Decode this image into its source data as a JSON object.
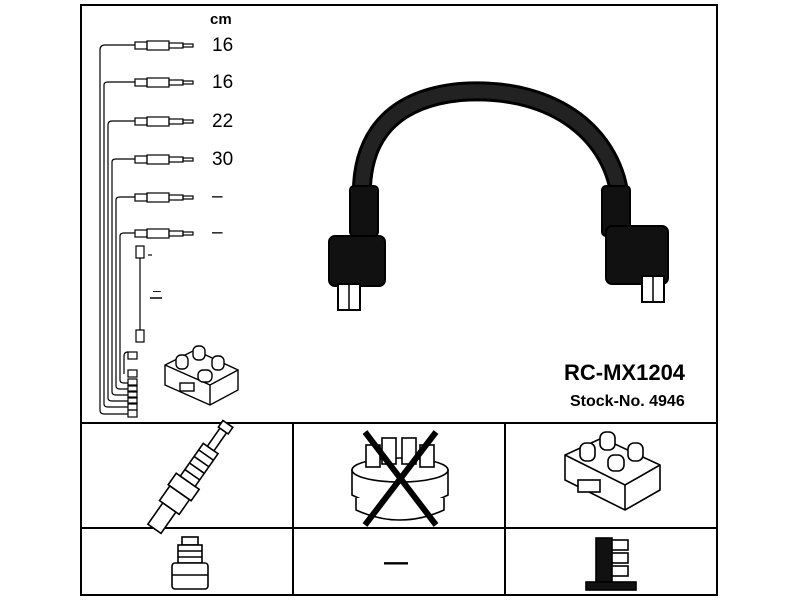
{
  "diagram": {
    "unit_label": "cm",
    "lengths": [
      "16",
      "16",
      "22",
      "30",
      "–",
      "–"
    ],
    "extra_lead_value": "–",
    "part_number": "RC-MX1204",
    "stock_number": "Stock-No. 4946",
    "cells": {
      "distributor_cap_crossed": true,
      "middle_bottom_value": "—"
    },
    "icons": [
      "wire-set-schematic-icon",
      "ignition-cable-icon",
      "ignition-coil-icon",
      "spark-plug-icon",
      "distributor-cap-crossed-icon",
      "plug-terminal-icon",
      "coil-terminal-icon"
    ]
  }
}
